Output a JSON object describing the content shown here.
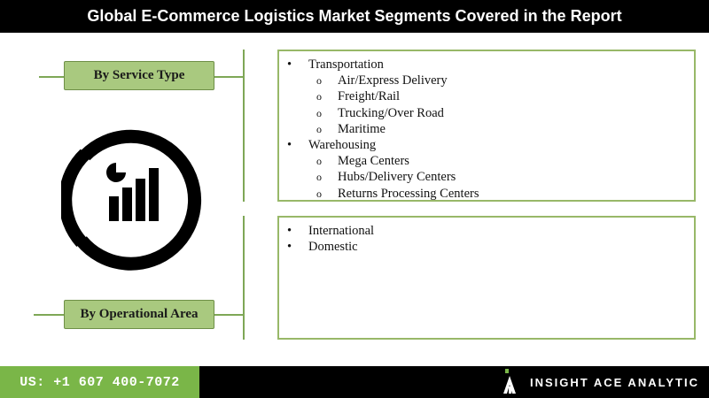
{
  "title": "Global E-Commerce Logistics Market Segments Covered in the Report",
  "segments": [
    {
      "label": "By Service Type",
      "items": [
        {
          "text": "Transportation",
          "level": 1
        },
        {
          "text": "Air/Express Delivery",
          "level": 2
        },
        {
          "text": "Freight/Rail",
          "level": 2
        },
        {
          "text": "Trucking/Over Road",
          "level": 2
        },
        {
          "text": "Maritime",
          "level": 2
        },
        {
          "text": "Warehousing",
          "level": 1
        },
        {
          "text": "Mega Centers",
          "level": 2
        },
        {
          "text": "Hubs/Delivery Centers",
          "level": 2
        },
        {
          "text": "Returns Processing Centers",
          "level": 2
        }
      ]
    },
    {
      "label": "By Operational Area",
      "items": [
        {
          "text": "International",
          "level": 1
        },
        {
          "text": "Domestic",
          "level": 1
        }
      ]
    }
  ],
  "bullets": {
    "level1": "•",
    "level2": "o"
  },
  "footer": {
    "phone": "US: +1 607 400-7072",
    "brand": "INSIGHT ACE ANALYTIC"
  },
  "icon": "analytics-chart-icon",
  "colors": {
    "accent_green": "#a9c97f",
    "line_green": "#7ea756",
    "footer_green": "#7ab648",
    "black": "#000000"
  }
}
